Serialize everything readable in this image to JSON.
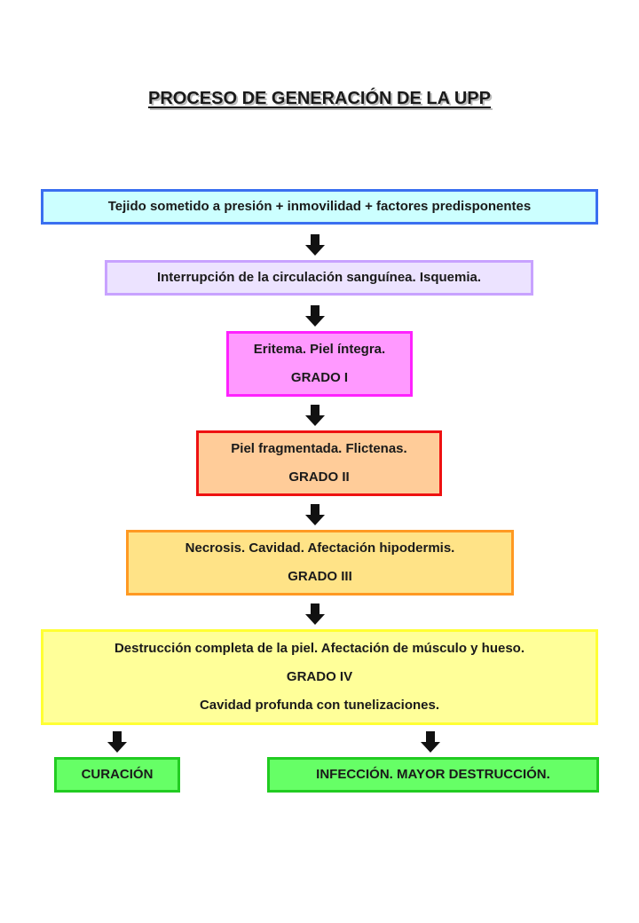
{
  "title": "PROCESO DE GENERACIÓN DE LA UPP",
  "colors": {
    "step1_fill": "#ccffff",
    "step1_border": "#3a6ff0",
    "step2_fill": "#ece3ff",
    "step2_border": "#c8a2ff",
    "step3_fill": "#ff99ff",
    "step3_border": "#ff22ff",
    "step4_fill": "#ffcc99",
    "step4_border": "#ee1111",
    "step5_fill": "#ffe387",
    "step5_border": "#ff9922",
    "step6_fill": "#ffff99",
    "step6_border": "#ffff33",
    "outcome_fill": "#66ff66",
    "outcome_border": "#22cc22",
    "arrow": "#111111"
  },
  "icons": {
    "flow_arrow": "down-arrow-icon"
  },
  "steps": [
    {
      "lines": [
        "Tejido sometido a presión + inmovilidad + factores predisponentes"
      ]
    },
    {
      "lines": [
        "Interrupción de la circulación sanguínea. Isquemia."
      ]
    },
    {
      "lines": [
        "Eritema. Piel íntegra.",
        "GRADO I"
      ]
    },
    {
      "lines": [
        "Piel fragmentada. Flictenas.",
        "GRADO II"
      ]
    },
    {
      "lines": [
        "Necrosis. Cavidad. Afectación hipodermis.",
        "GRADO III"
      ]
    },
    {
      "lines": [
        "Destrucción completa de la piel. Afectación de músculo y hueso.",
        "GRADO IV",
        "Cavidad profunda con tunelizaciones."
      ]
    }
  ],
  "outcomes": [
    {
      "label": "CURACIÓN"
    },
    {
      "label": "INFECCIÓN. MAYOR DESTRUCCIÓN."
    }
  ]
}
